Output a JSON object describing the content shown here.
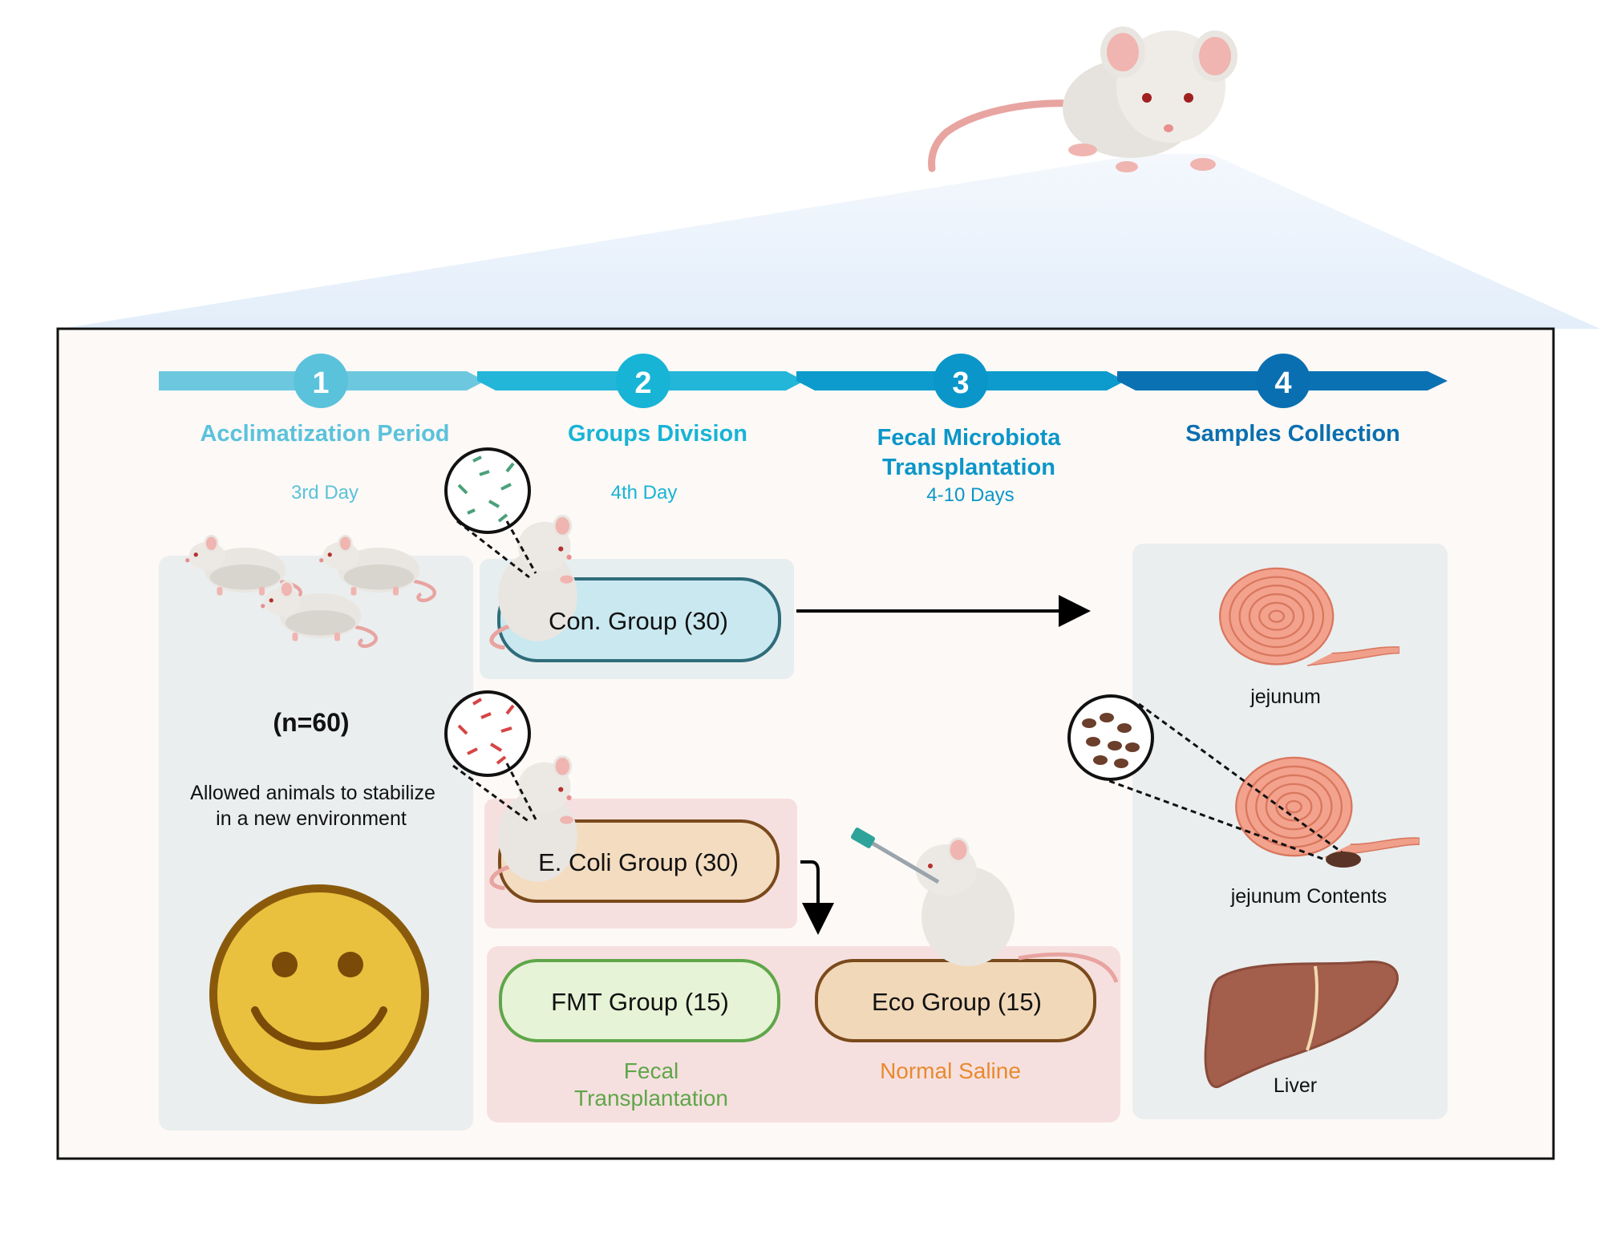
{
  "steps": [
    {
      "number": "1",
      "title": "Acclimatization Period",
      "title2": "",
      "subtitle": "3rd Day"
    },
    {
      "number": "2",
      "title": "Groups Division",
      "title2": "",
      "subtitle": "4th Day"
    },
    {
      "number": "3",
      "title": "Fecal Microbiota",
      "title2": "Transplantation",
      "subtitle": "4-10 Days"
    },
    {
      "number": "4",
      "title": "Samples Collection",
      "title2": "",
      "subtitle": ""
    }
  ],
  "acclimatization": {
    "count": "(n=60)",
    "description_line1": "Allowed animals to stabilize",
    "description_line2": "in a new environment"
  },
  "groups": {
    "control": "Con. Group (30)",
    "ecoli": "E. Coli Group (30)",
    "fmt": "FMT Group (15)",
    "eco": "Eco Group (15)"
  },
  "treatments": {
    "fmt_line1": "Fecal",
    "fmt_line2": "Transplantation",
    "eco": "Normal Saline"
  },
  "samples": {
    "jejunum": "jejunum",
    "jejunum_contents": "jejunum Contents",
    "liver": "Liver"
  },
  "colors": {
    "step1": "#5bc2dc",
    "step2": "#17b4d6",
    "step3": "#0b96c9",
    "step4": "#0a6fb0",
    "fmt_text": "#5fa64a",
    "saline_text": "#e88a2e",
    "control_fill": "#c9e8f0",
    "ecoli_fill": "#f3dcc0",
    "fmt_fill": "#e6f3d6",
    "eco_fill": "#f1d8b8"
  }
}
